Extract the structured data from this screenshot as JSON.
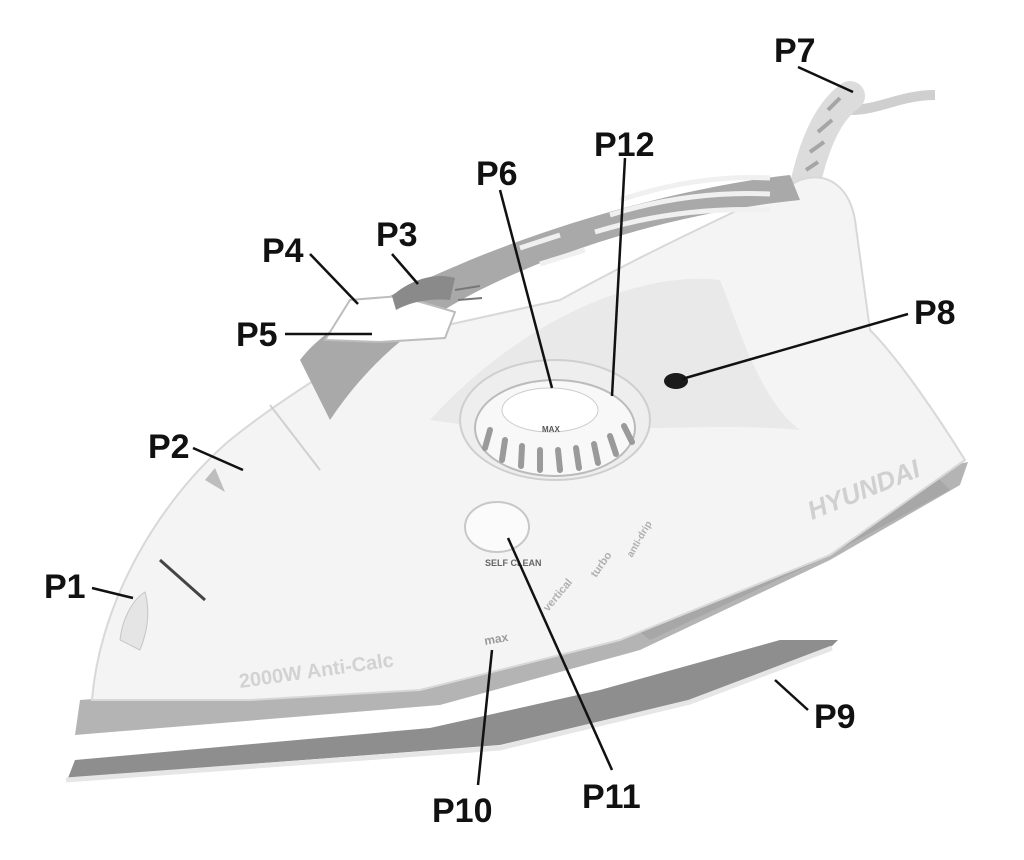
{
  "callouts": {
    "p1": "P1",
    "p2": "P2",
    "p3": "P3",
    "p4": "P4",
    "p5": "P5",
    "p6": "P6",
    "p7": "P7",
    "p8": "P8",
    "p9": "P9",
    "p10": "P10",
    "p11": "P11",
    "p12": "P12"
  },
  "printed_text": {
    "model": "2000W Anti-Calc",
    "brand": "HYUNDAI",
    "max": "max",
    "self_clean": "SELF CLEAN",
    "vertical": "vertical",
    "turbo": "turbo",
    "anti_drip": "anti-drip",
    "dial_max": "MAX"
  },
  "colors": {
    "body": "#f4f4f4",
    "accent_gray": "#a9a9a9",
    "mid_gray": "#c9c9c9",
    "soleplate": "#8e8e8e",
    "label": "#111111"
  }
}
